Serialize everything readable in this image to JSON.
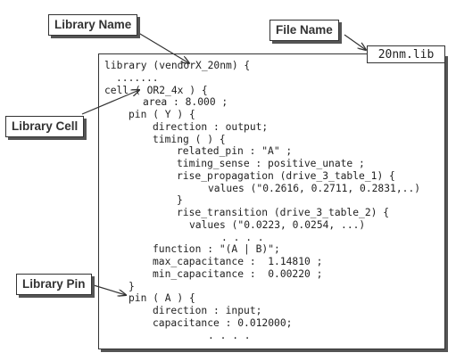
{
  "callouts": {
    "library_name": "Library Name",
    "file_name": "File Name",
    "library_cell": "Library Cell",
    "library_pin": "Library Pin"
  },
  "file_tag": "20nm.lib",
  "code_lines": [
    "library (vendorX_20nm) {",
    ".......",
    "cell ( OR2_4x ) {",
    "area : 8.000 ;",
    "pin ( Y ) {",
    "direction : output;",
    "timing ( ) {",
    "related_pin : \"A\" ;",
    "timing_sense : positive_unate ;",
    "rise_propagation (drive_3_table_1) {",
    "values (\"0.2616, 0.2711, 0.2831,..)",
    "}",
    "rise_transition (drive_3_table_2) {",
    "values (\"0.0223, 0.0254, ...)",
    ". . . .",
    "function : \"(A | B)\";",
    "max_capacitance :  1.14810 ;",
    "min_capacitance :  0.00220 ;",
    "}",
    "pin ( A ) {",
    "direction : input;",
    "capacitance : 0.012000;",
    ". . . ."
  ]
}
